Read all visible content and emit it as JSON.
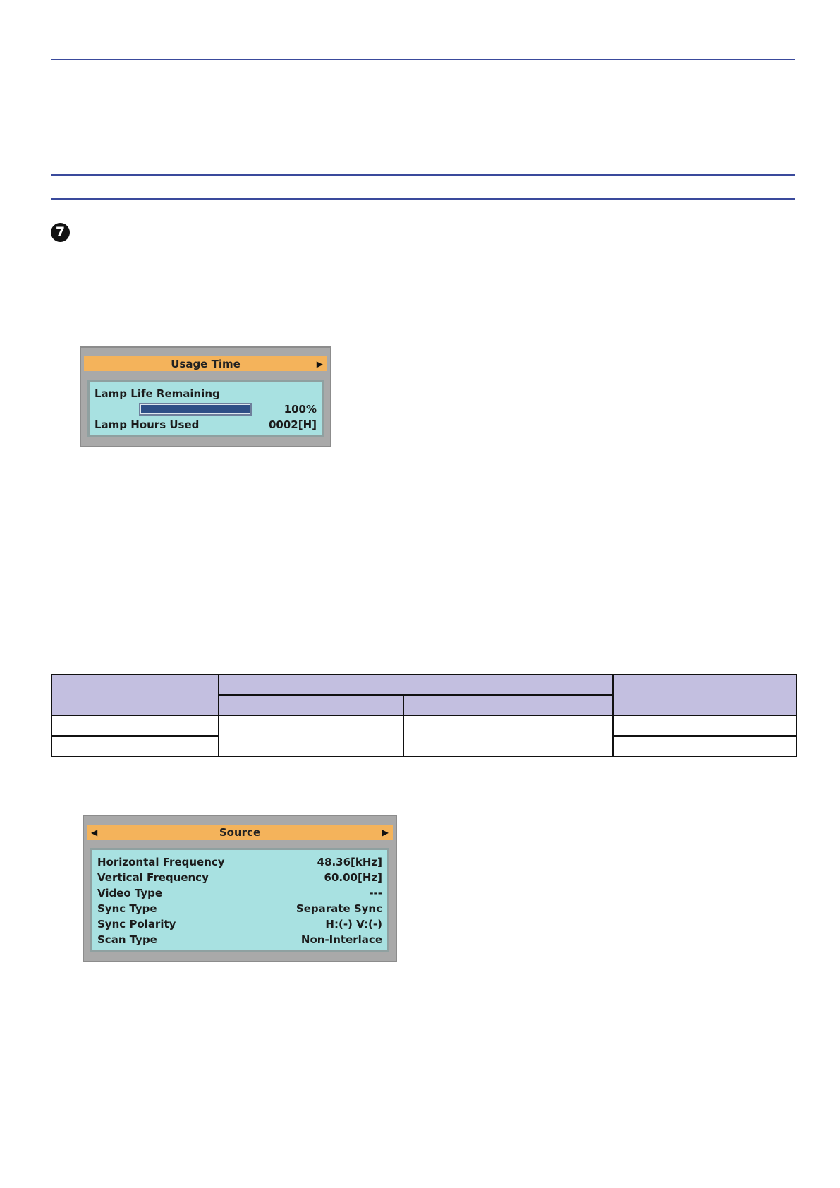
{
  "step": {
    "number": "7"
  },
  "usage_time_panel": {
    "title": "Usage Time",
    "lamp_life_label": "Lamp Life Remaining",
    "lamp_life_percent_text": "100%",
    "lamp_life_percent_value": 100,
    "lamp_hours_label": "Lamp Hours Used",
    "lamp_hours_value": "0002[H]"
  },
  "source_panel": {
    "title": "Source",
    "rows": [
      {
        "label": "Horizontal Frequency",
        "value": "48.36[kHz]"
      },
      {
        "label": "Vertical Frequency",
        "value": "60.00[Hz]"
      },
      {
        "label": "Video Type",
        "value": "---"
      },
      {
        "label": "Sync Type",
        "value": "Separate Sync"
      },
      {
        "label": "Sync Polarity",
        "value": "H:(-) V:(-)"
      },
      {
        "label": "Scan Type",
        "value": "Non-Interlace"
      }
    ]
  },
  "colors": {
    "rule": "#3a4a9c",
    "osd_title_bar": "#f4b35b",
    "osd_body": "#a8e1e1",
    "progress_fill": "#2e4f86",
    "table_header": "#c3bfe0"
  }
}
